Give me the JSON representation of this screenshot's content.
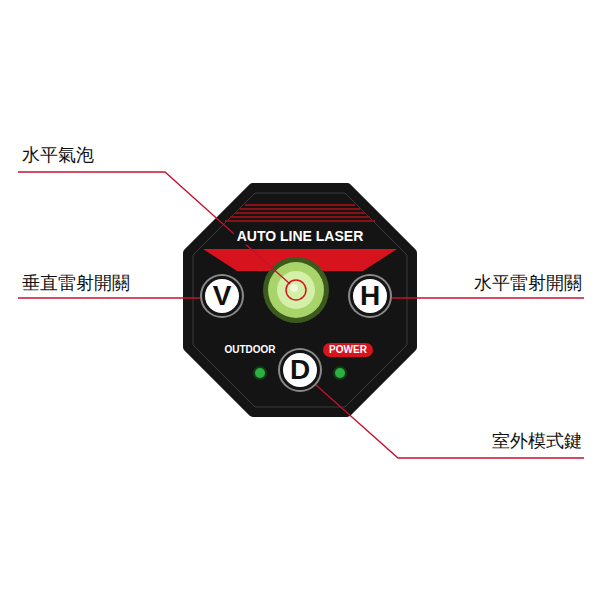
{
  "diagram": {
    "nodes": [
      {
        "text": [
          "AUTO LINE LASER",
          "OUTDOOR"
        ]
      },
      {
        "text": [
          "V"
        ],
        "in": 0
      },
      {
        "text": [
          "H"
        ],
        "in": 0
      },
      {
        "text": [
          "POWER"
        ],
        "in": 0
      },
      {
        "text": [
          "D"
        ],
        "in": 0
      }
    ],
    "labels": [
      "水平氣泡",
      "垂直雷射開關",
      "水平雷射開關",
      "室外模式鍵"
    ]
  }
}
